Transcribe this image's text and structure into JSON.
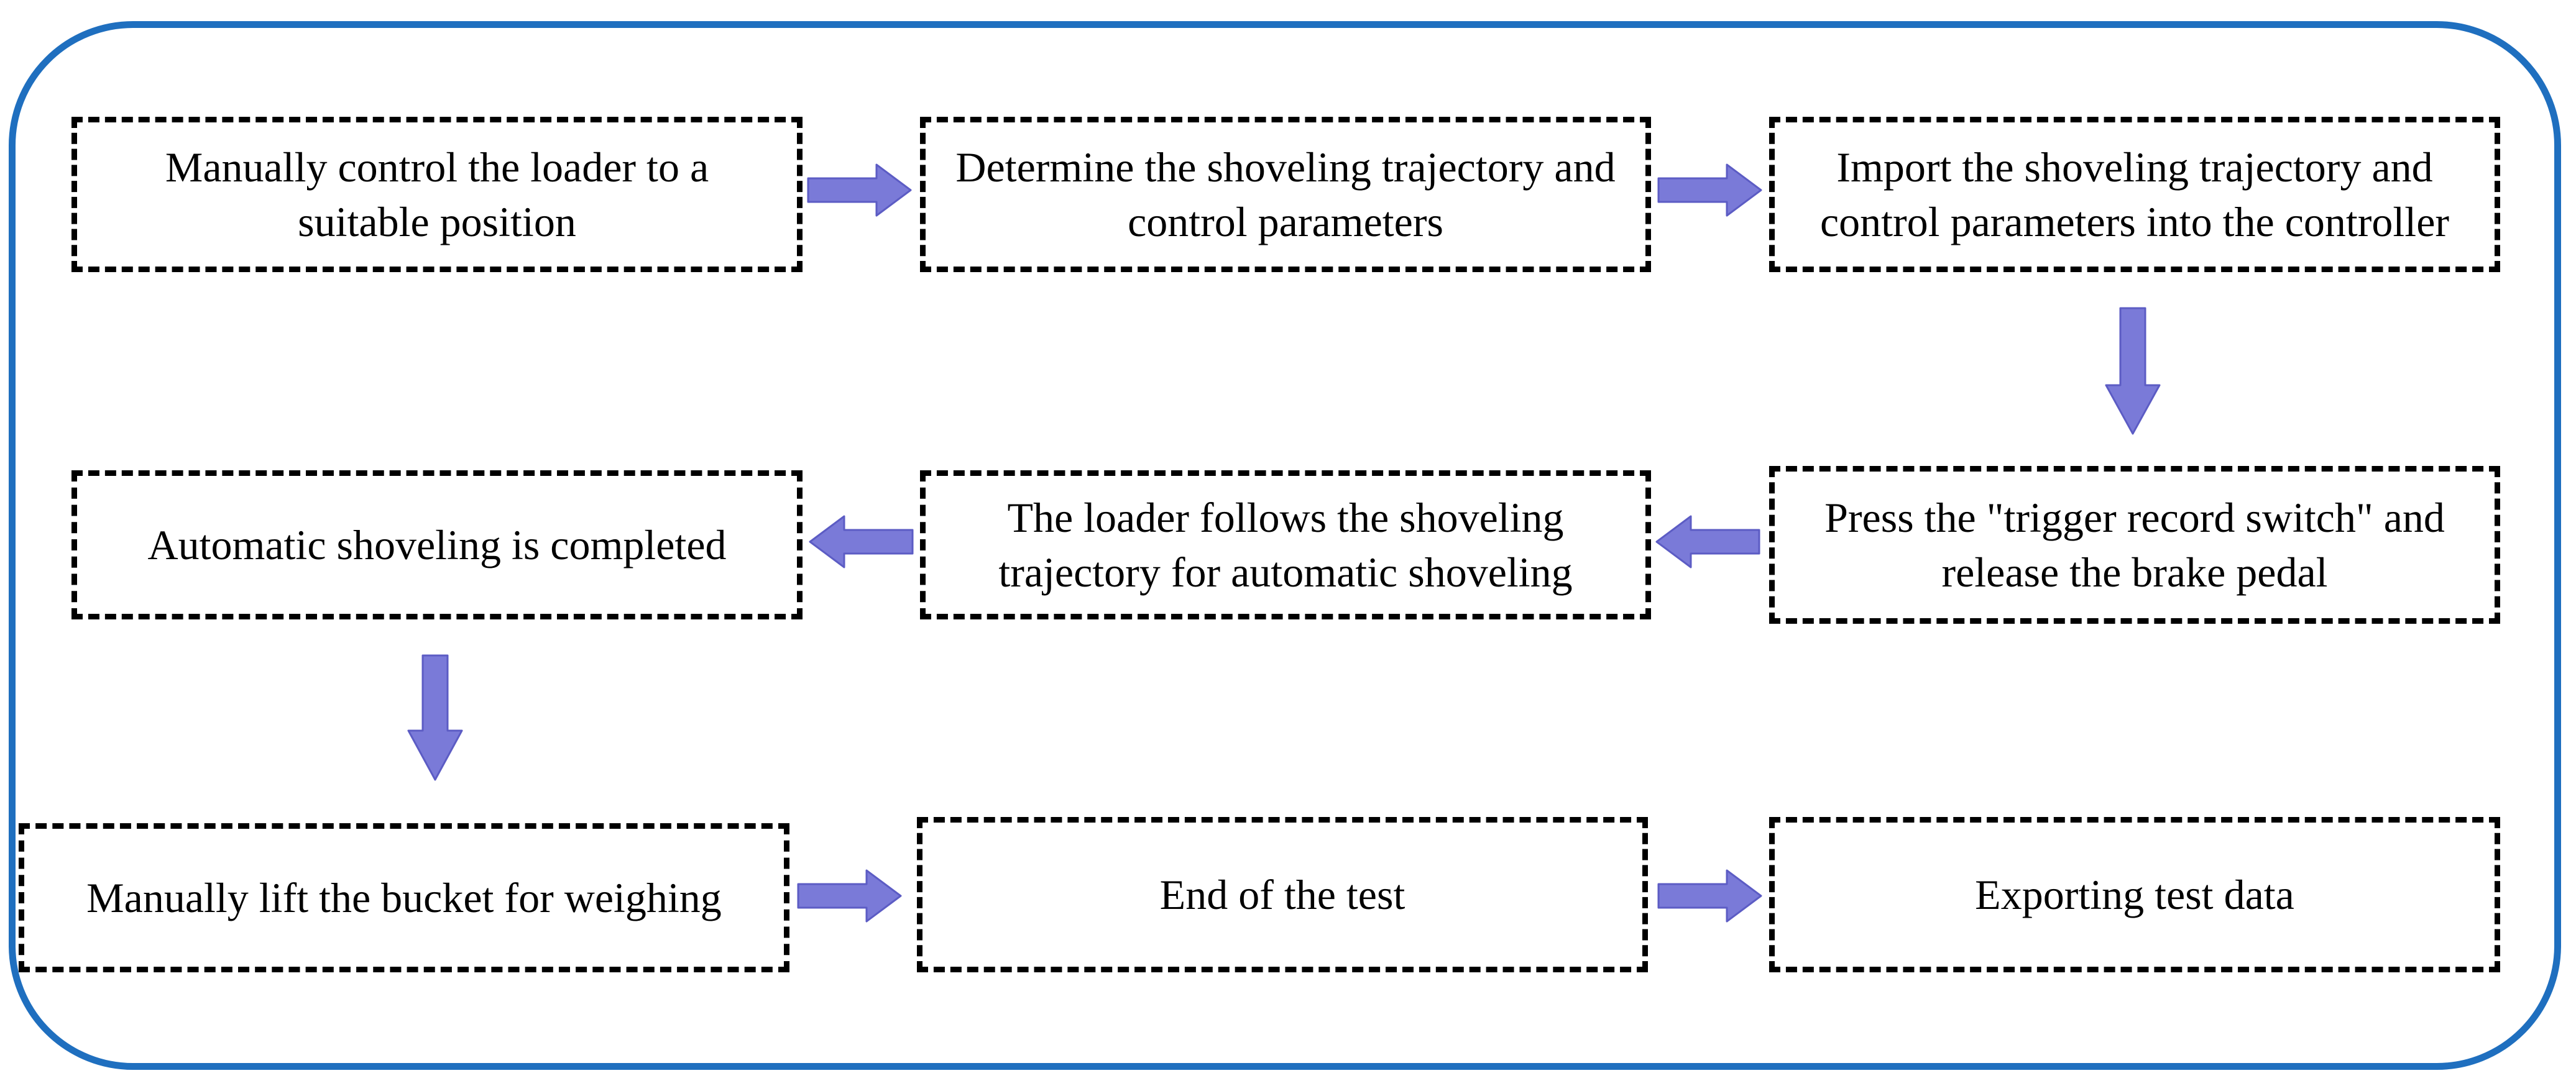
{
  "colors": {
    "frame_border": "#1f6fbf",
    "box_border": "#000000",
    "arrow_fill": "#7a7ad8",
    "arrow_stroke": "#5c5cc4",
    "text": "#000000"
  },
  "steps": [
    {
      "id": "step-1",
      "text": "Manually control the loader to a suitable position"
    },
    {
      "id": "step-2",
      "text": "Determine the shoveling trajectory and control parameters"
    },
    {
      "id": "step-3",
      "text": "Import the shoveling trajectory and control parameters into the controller"
    },
    {
      "id": "step-4",
      "text": "Press the \"trigger record switch\" and release the brake pedal"
    },
    {
      "id": "step-5",
      "text": "The loader follows the shoveling trajectory for automatic shoveling"
    },
    {
      "id": "step-6",
      "text": "Automatic shoveling is completed"
    },
    {
      "id": "step-7",
      "text": "Manually lift the bucket for weighing"
    },
    {
      "id": "step-8",
      "text": "End of the test"
    },
    {
      "id": "step-9",
      "text": "Exporting test data"
    }
  ],
  "flow": [
    {
      "from": "step-1",
      "to": "step-2",
      "direction": "right"
    },
    {
      "from": "step-2",
      "to": "step-3",
      "direction": "right"
    },
    {
      "from": "step-3",
      "to": "step-4",
      "direction": "down"
    },
    {
      "from": "step-4",
      "to": "step-5",
      "direction": "left"
    },
    {
      "from": "step-5",
      "to": "step-6",
      "direction": "left"
    },
    {
      "from": "step-6",
      "to": "step-7",
      "direction": "down"
    },
    {
      "from": "step-7",
      "to": "step-8",
      "direction": "right"
    },
    {
      "from": "step-8",
      "to": "step-9",
      "direction": "right"
    }
  ]
}
